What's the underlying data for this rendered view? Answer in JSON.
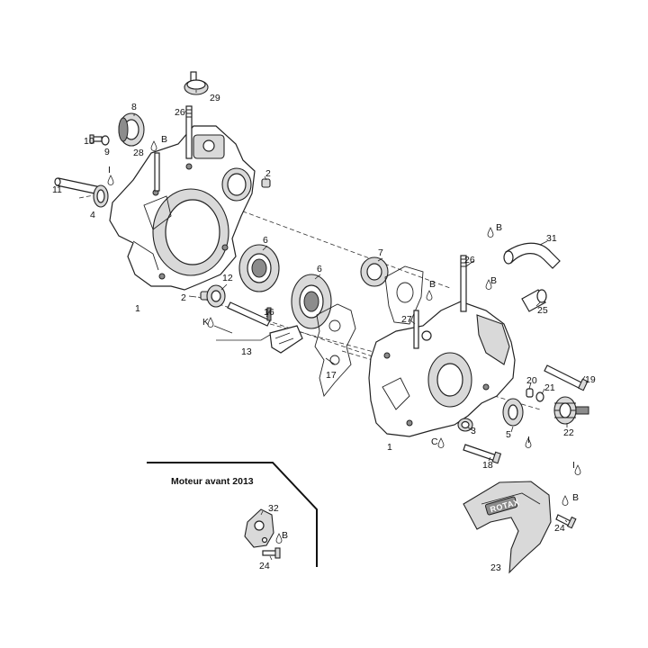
{
  "caption": "Moteur avant 2013",
  "cover_logo": "ROTAX",
  "callouts": {
    "c1a": "1",
    "c1b": "1",
    "c2a": "2",
    "c2b": "2",
    "c3": "3",
    "c4": "4",
    "c5": "5",
    "c6a": "6",
    "c6b": "6",
    "c7": "7",
    "c8": "8",
    "c9": "9",
    "c10": "10",
    "c11": "11",
    "c12": "12",
    "c13": "13",
    "c16": "16",
    "c17": "17",
    "c18": "18",
    "c19": "19",
    "c20": "20",
    "c21": "21",
    "c22": "22",
    "c23": "23",
    "c24a": "24",
    "c24b": "24",
    "c25": "25",
    "c26a": "26",
    "c26b": "26",
    "c27": "27",
    "c28": "28",
    "c29": "29",
    "c31": "31",
    "c32": "32"
  },
  "lube_marks": {
    "b1": "B",
    "b2": "B",
    "b3": "B",
    "b4": "B",
    "b5": "B",
    "b6": "B",
    "i1": "I",
    "i2": "I",
    "i3": "I",
    "k1": "K",
    "c1": "C"
  }
}
